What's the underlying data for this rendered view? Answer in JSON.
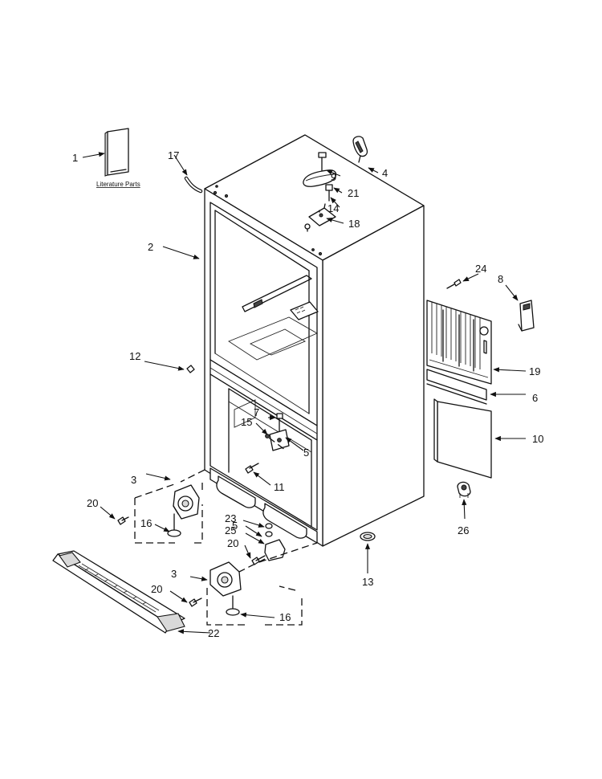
{
  "literature_label": "Literature Parts",
  "callouts": {
    "c1": "1",
    "c2": "2",
    "c3a": "3",
    "c3b": "3",
    "c4": "4",
    "c5a": "5",
    "c5b": "5",
    "c6": "6",
    "c7": "7",
    "c8": "8",
    "c9": "9",
    "c10": "10",
    "c11": "11",
    "c12": "12",
    "c13": "13",
    "c14": "14",
    "c15": "15",
    "c16a": "16",
    "c16b": "16",
    "c17": "17",
    "c18": "18",
    "c19": "19",
    "c20a": "20",
    "c20b": "20",
    "c20c": "20",
    "c21": "21",
    "c22": "22",
    "c23": "23",
    "c24": "24",
    "c25": "25",
    "c26": "26"
  }
}
